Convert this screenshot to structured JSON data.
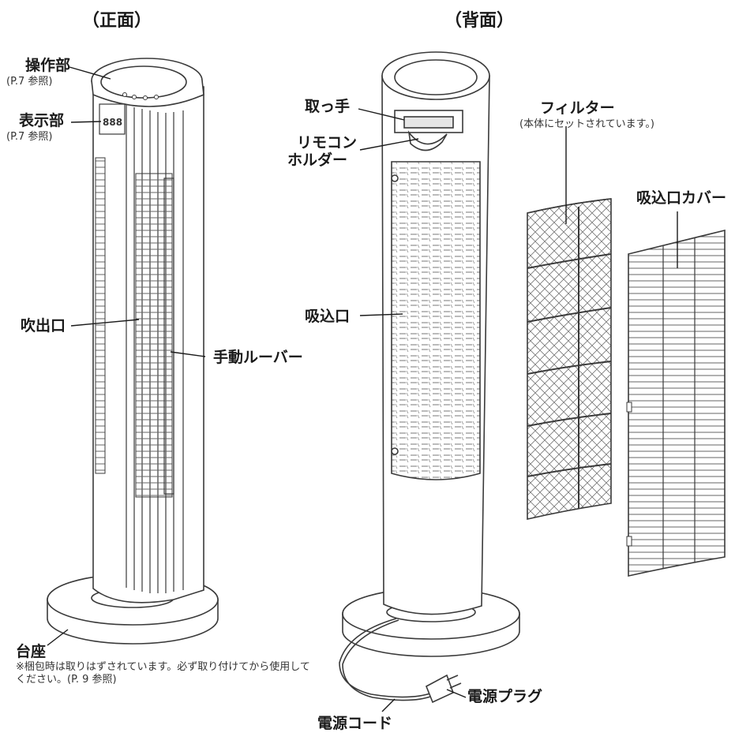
{
  "headings": {
    "front": "（正面）",
    "back": "（背面）"
  },
  "front_labels": {
    "control": "操作部",
    "control_ref": "(P.7 参照)",
    "display": "表示部",
    "display_ref": "(P.7 参照)",
    "outlet": "吹出口",
    "louver": "手動ルーバー",
    "base": "台座",
    "base_note": "※梱包時は取りはずされています。必ず取り付けてから使用してください。(P. 9 参照)"
  },
  "back_labels": {
    "handle": "取っ手",
    "remote_holder_1": "リモコン",
    "remote_holder_2": "ホルダー",
    "inlet": "吸込口",
    "filter": "フィルター",
    "filter_note": "(本体にセットされています。)",
    "inlet_cover": "吸込口カバー",
    "plug": "電源プラグ",
    "cord": "電源コード"
  },
  "display_readout": "888",
  "colors": {
    "line": "#3a3a3a",
    "fill": "#ffffff",
    "mesh": "#888888"
  }
}
